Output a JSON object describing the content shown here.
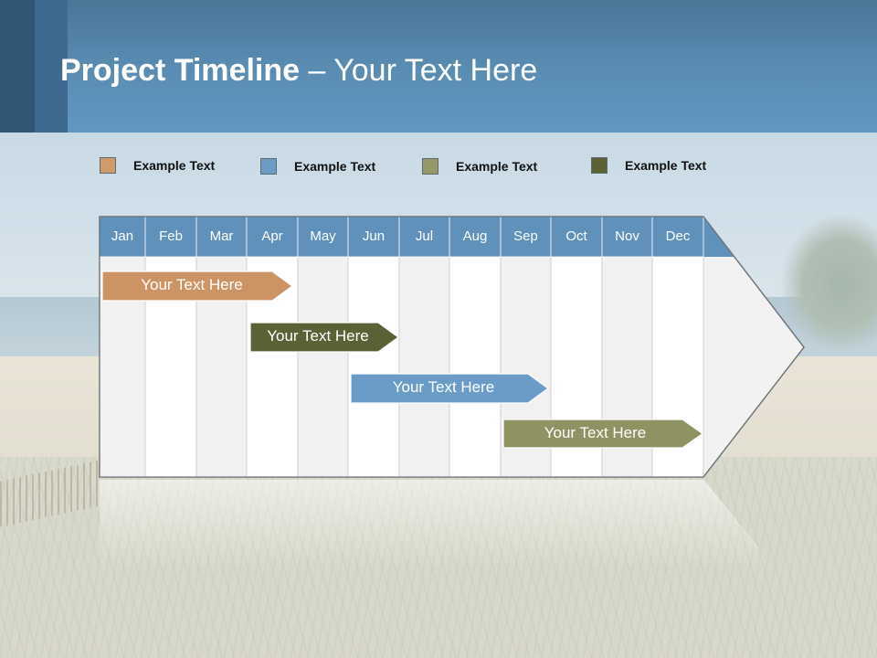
{
  "header": {
    "title_bold": "Project Timeline",
    "title_rest": " – Your Text Here"
  },
  "legend": [
    {
      "label": "Example Text",
      "color": "#d09a6a"
    },
    {
      "label": "Example Text",
      "color": "#6c9cc6"
    },
    {
      "label": "Example Text",
      "color": "#97986a"
    },
    {
      "label": "Example Text",
      "color": "#5b6135"
    }
  ],
  "months": [
    "Jan",
    "Feb",
    "Mar",
    "Apr",
    "May",
    "Jun",
    "Jul",
    "Aug",
    "Sep",
    "Oct",
    "Nov",
    "Dec"
  ],
  "tasks": [
    {
      "label": "Your  Text Here",
      "color": "#cc9364"
    },
    {
      "label": "Your  Text Here",
      "color": "#5b6135"
    },
    {
      "label": "Your  Text Here",
      "color": "#6b9cc7"
    },
    {
      "label": "Your  Text Here",
      "color": "#8f9262"
    }
  ],
  "colors": {
    "header_bar": "#6297c0",
    "month_header": "#5f91bb",
    "column_light": "#f1f1f1",
    "column_white": "#ffffff"
  }
}
